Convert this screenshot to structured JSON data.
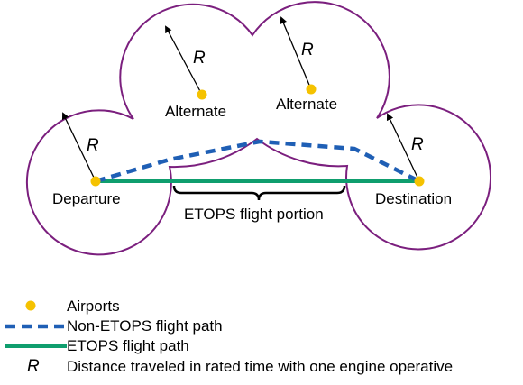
{
  "colors": {
    "boundary": "#7b1f7e",
    "airport": "#f5c200",
    "non_etops": "#1f5fb5",
    "etops": "#0f9e6e",
    "ink": "#000000"
  },
  "diagram": {
    "nodes": {
      "departure": "Departure",
      "alternate_1": "Alternate",
      "alternate_2": "Alternate",
      "destination": "Destination"
    },
    "radius_labels": [
      "R",
      "R",
      "R",
      "R"
    ],
    "brace_label": "ETOPS flight portion"
  },
  "legend": {
    "airports": {
      "icon": "yellow-dot",
      "label": "Airports"
    },
    "non_etops": {
      "icon": "dashed-blue-line",
      "label": "Non-ETOPS flight path"
    },
    "etops": {
      "icon": "solid-green-line",
      "label": "ETOPS flight path"
    },
    "radius": {
      "symbol": "R",
      "label": "Distance traveled in rated time with one engine operative"
    }
  }
}
